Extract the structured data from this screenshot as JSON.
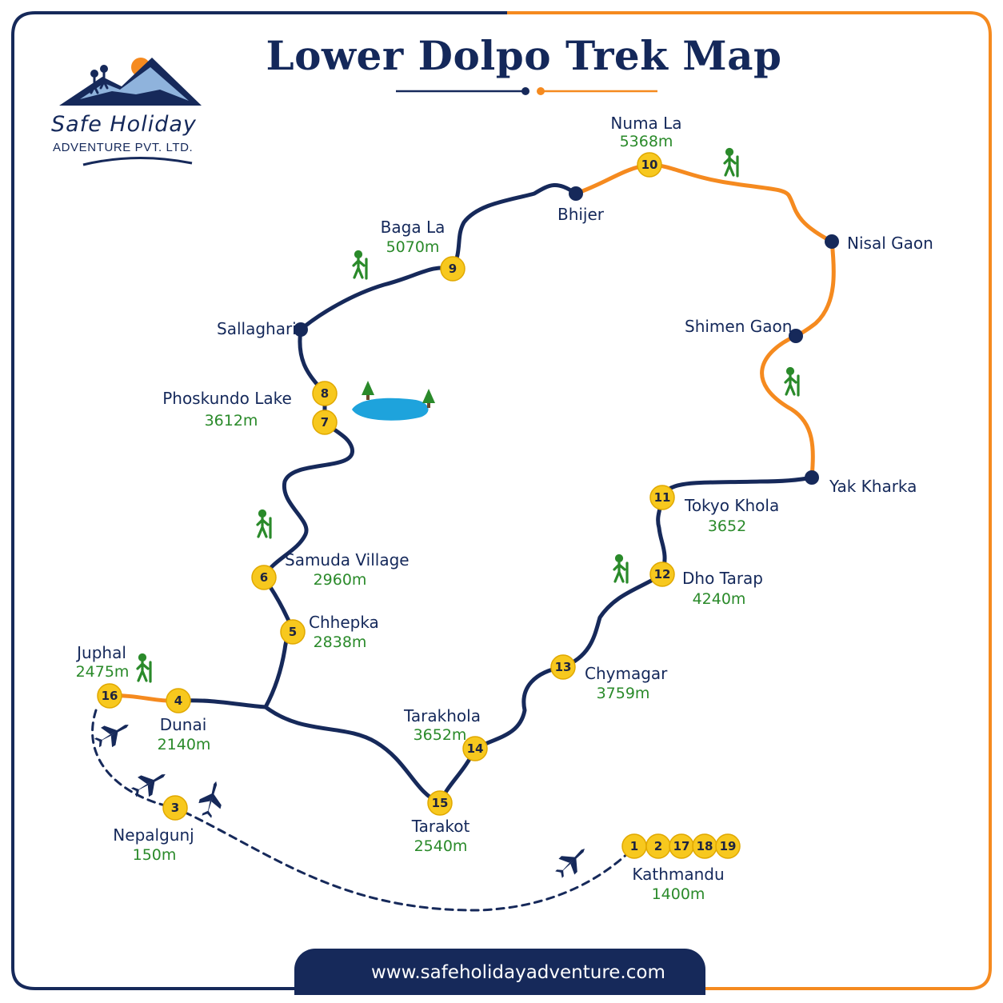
{
  "title": "Lower Dolpo Trek Map",
  "brand": {
    "name": "Safe Holiday",
    "tagline": "ADVENTURE PVT. LTD."
  },
  "website": "www.safeholidayadventure.com",
  "colors": {
    "navy": "#14285a",
    "orange": "#f58a1f",
    "altitude_green": "#2a8a2a",
    "badge_yellow": "#f7c81e",
    "lake_blue": "#1ea3dc"
  },
  "icons": [
    "hiker-icon",
    "airplane-icon",
    "globe-icon",
    "lake-icon",
    "tree-icon",
    "mountain-logo-icon"
  ],
  "places": [
    {
      "name": "Numa La",
      "altitude": "5368m",
      "days": [
        "10"
      ]
    },
    {
      "name": "Bhijer",
      "altitude": "",
      "days": []
    },
    {
      "name": "Baga La",
      "altitude": "5070m",
      "days": [
        "9"
      ]
    },
    {
      "name": "Nisal Gaon",
      "altitude": "",
      "days": []
    },
    {
      "name": "Sallaghari",
      "altitude": "",
      "days": []
    },
    {
      "name": "Shimen Gaon",
      "altitude": "",
      "days": []
    },
    {
      "name": "Phoskundo Lake",
      "altitude": "3612m",
      "days": [
        "8",
        "7"
      ]
    },
    {
      "name": "Yak Kharka",
      "altitude": "",
      "days": []
    },
    {
      "name": "Tokyo Khola",
      "altitude": "3652",
      "days": [
        "11"
      ]
    },
    {
      "name": "Samuda Village",
      "altitude": "2960m",
      "days": [
        "6"
      ]
    },
    {
      "name": "Dho Tarap",
      "altitude": "4240m",
      "days": [
        "12"
      ]
    },
    {
      "name": "Chhepka",
      "altitude": "2838m",
      "days": [
        "5"
      ]
    },
    {
      "name": "Juphal",
      "altitude": "2475m",
      "days": [
        "16"
      ]
    },
    {
      "name": "Chymagar",
      "altitude": "3759m",
      "days": [
        "13"
      ]
    },
    {
      "name": "Tarakhola",
      "altitude": "3652m",
      "days": [
        "14"
      ]
    },
    {
      "name": "Dunai",
      "altitude": "2140m",
      "days": [
        "4"
      ]
    },
    {
      "name": "Tarakot",
      "altitude": "2540m",
      "days": [
        "15"
      ]
    },
    {
      "name": "Nepalgunj",
      "altitude": "150m",
      "days": [
        "3"
      ]
    },
    {
      "name": "Kathmandu",
      "altitude": "1400m",
      "days": [
        "1",
        "2",
        "17",
        "18",
        "19"
      ]
    }
  ]
}
